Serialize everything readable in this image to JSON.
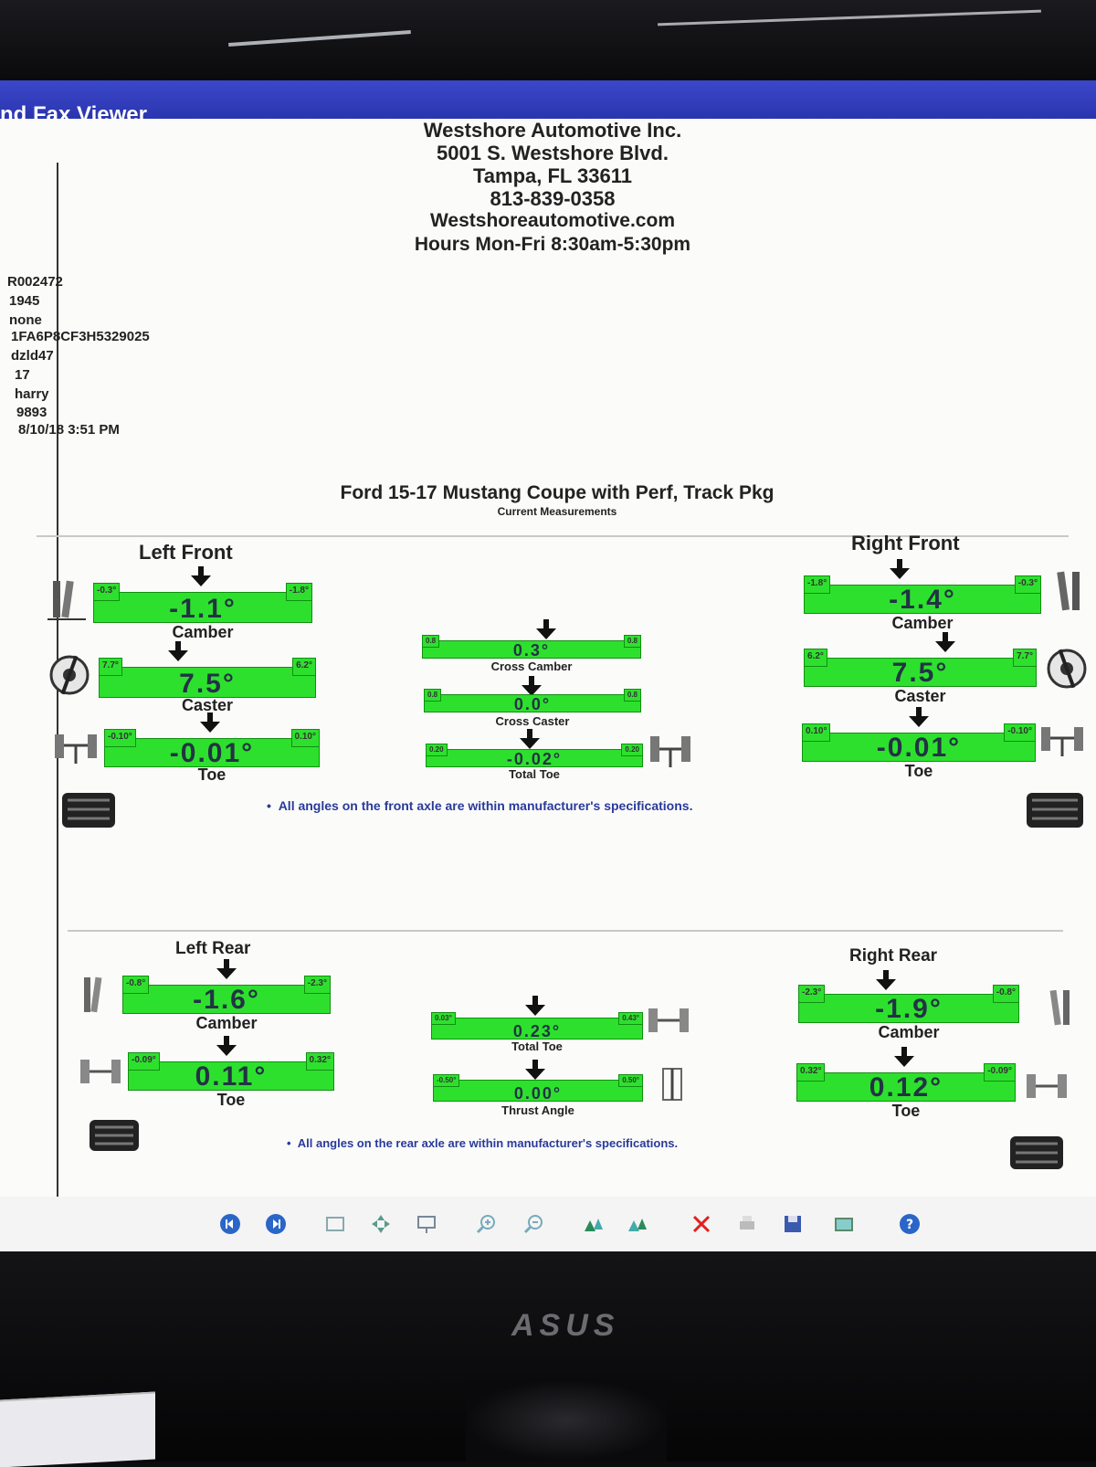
{
  "window": {
    "title": "nd Fax Viewer"
  },
  "shop": {
    "name": "Westshore Automotive Inc.",
    "address": "5001 S. Westshore Blvd.",
    "city": "Tampa, FL 33611",
    "phone": "813-839-0358",
    "web": "Westshoreautomotive.com",
    "hours": "Hours Mon-Fri 8:30am-5:30pm"
  },
  "customer": {
    "lines": [
      "R002472",
      "1945",
      "none",
      "1FA6P8CF3H5329025",
      "dzld47",
      "17",
      "harry",
      "9893",
      "8/10/18 3:51 PM"
    ]
  },
  "vehicle": {
    "name": "Ford 15-17 Mustang Coupe with Perf, Track Pkg",
    "subtitle": "Current Measurements"
  },
  "front": {
    "left_title": "Left Front",
    "right_title": "Right Front",
    "left": {
      "camber": {
        "value": "-1.1°",
        "min": "-0.3°",
        "max": "-1.8°",
        "label": "Camber"
      },
      "caster": {
        "value": "7.5°",
        "min": "7.7°",
        "max": "6.2°",
        "label": "Caster"
      },
      "toe": {
        "value": "-0.01°",
        "min": "-0.10°",
        "max": "0.10°",
        "label": "Toe"
      }
    },
    "right": {
      "camber": {
        "value": "-1.4°",
        "min": "-1.8°",
        "max": "-0.3°",
        "label": "Camber"
      },
      "caster": {
        "value": "7.5°",
        "min": "6.2°",
        "max": "7.7°",
        "label": "Caster"
      },
      "toe": {
        "value": "-0.01°",
        "min": "0.10°",
        "max": "-0.10°",
        "label": "Toe"
      }
    },
    "center": {
      "cross_camber": {
        "value": "0.3°",
        "min": "0.8",
        "max": "0.8",
        "label": "Cross Camber"
      },
      "cross_caster": {
        "value": "0.0°",
        "min": "0.8",
        "max": "0.8",
        "label": "Cross Caster"
      },
      "total_toe": {
        "value": "-0.02°",
        "min": "0.20",
        "max": "0.20",
        "label": "Total Toe"
      }
    },
    "note": "All angles on the front axle are within manufacturer's specifications."
  },
  "rear": {
    "left_title": "Left Rear",
    "right_title": "Right Rear",
    "left": {
      "camber": {
        "value": "-1.6°",
        "min": "-0.8°",
        "max": "-2.3°",
        "label": "Camber"
      },
      "toe": {
        "value": "0.11°",
        "min": "-0.09°",
        "max": "0.32°",
        "label": "Toe"
      }
    },
    "right": {
      "camber": {
        "value": "-1.9°",
        "min": "-2.3°",
        "max": "-0.8°",
        "label": "Camber"
      },
      "toe": {
        "value": "0.12°",
        "min": "0.32°",
        "max": "-0.09°",
        "label": "Toe"
      }
    },
    "center": {
      "total_toe": {
        "value": "0.23°",
        "min": "0.03°",
        "max": "0.43°",
        "label": "Total Toe"
      },
      "thrust_angle": {
        "value": "0.00°",
        "min": "-0.50°",
        "max": "0.50°",
        "label": "Thrust Angle"
      }
    },
    "note": "All angles on the rear axle are within manufacturer's specifications."
  },
  "monitor": {
    "brand": "ASUS"
  },
  "colors": {
    "gauge_green": "#2ee02e",
    "titlebar_blue": "#2f3cb8",
    "note_blue": "#2a3a9a"
  }
}
